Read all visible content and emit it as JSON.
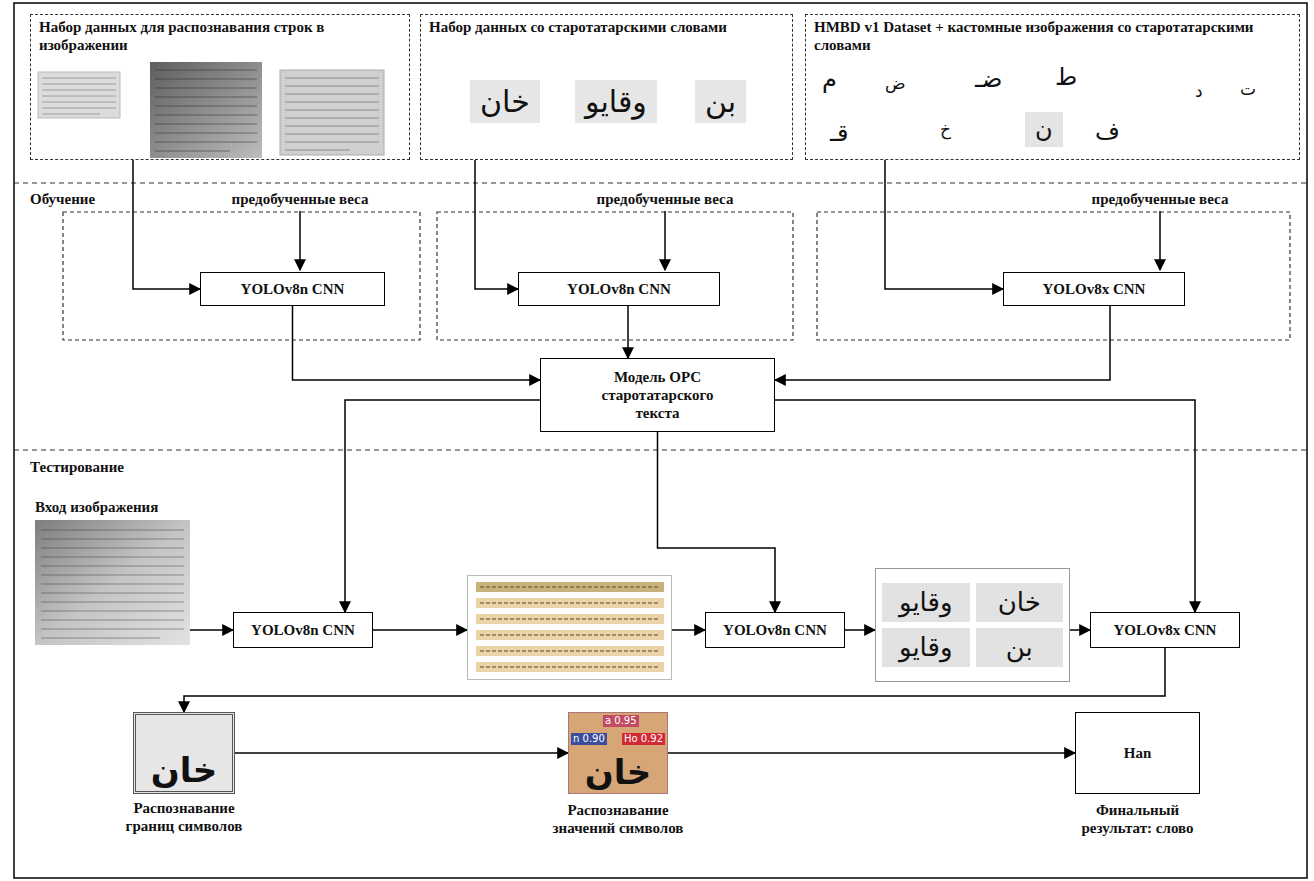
{
  "diagram": {
    "nodes": [
      {
        "text": [
          "Набор данных для распознавания строк в изображении"
        ]
      },
      {
        "text": [
          "Набор данных со старотатарскими словами"
        ]
      },
      {
        "text": [
          "HMBD v1 Dataset + кастомные изображения со старотатарскими словами"
        ]
      },
      {
        "text": [
          "YOLOv8n CNN"
        ]
      },
      {
        "text": [
          "YOLOv8n CNN"
        ]
      },
      {
        "text": [
          "YOLOv8x CNN"
        ]
      },
      {
        "text": [
          "Модель ОРС старотатарского текста"
        ]
      },
      {
        "text": [
          "Вход изображения"
        ]
      },
      {
        "text": [
          "YOLOv8n CNN"
        ]
      },
      {
        "text": []
      },
      {
        "text": [
          "YOLOv8n CNN"
        ]
      },
      {
        "text": [
          "وقايو",
          "خان",
          "وقايو",
          "بن"
        ]
      },
      {
        "text": [
          "YOLOv8x CNN"
        ]
      },
      {
        "text": [
          "خان",
          "Распознавание границ символов"
        ]
      },
      {
        "text": [
          "n 0.90",
          "a 0.95",
          "Ho 0.92",
          "خان",
          "Распознавание значений символов"
        ]
      },
      {
        "text": [
          "Han",
          "Финальный результат: слово"
        ]
      }
    ],
    "edges": [
      {
        "from": 0,
        "to": 3,
        "arrow": "to"
      },
      {
        "from": 1,
        "to": 4,
        "arrow": "to"
      },
      {
        "from": 2,
        "to": 5,
        "arrow": "to"
      },
      {
        "from": 3,
        "to": 6,
        "arrow": "to"
      },
      {
        "from": 4,
        "to": 6,
        "arrow": "to"
      },
      {
        "from": 5,
        "to": 6,
        "arrow": "to"
      },
      {
        "from": 6,
        "to": 8,
        "arrow": "to"
      },
      {
        "from": 6,
        "to": 10,
        "arrow": "to"
      },
      {
        "from": 6,
        "to": 12,
        "arrow": "to"
      },
      {
        "from": 7,
        "to": 8,
        "arrow": "to"
      },
      {
        "from": 8,
        "to": 9,
        "arrow": "to"
      },
      {
        "from": 9,
        "to": 10,
        "arrow": "to"
      },
      {
        "from": 10,
        "to": 11,
        "arrow": "to"
      },
      {
        "from": 11,
        "to": 12,
        "arrow": "to"
      },
      {
        "from": 12,
        "to": 13,
        "arrow": "to"
      },
      {
        "from": 13,
        "to": 14,
        "arrow": "to"
      },
      {
        "from": 14,
        "to": 15,
        "arrow": "to"
      }
    ],
    "labels": [
      "Обучение",
      "предобученные веса",
      "предобученные веса",
      "предобученные веса",
      "Тестирование",
      "خان",
      "وقايو",
      "بن",
      "م",
      "ض",
      "ضـ",
      "ط",
      "د",
      "ت",
      "قـ",
      "خ",
      "ن",
      "ف"
    ]
  }
}
